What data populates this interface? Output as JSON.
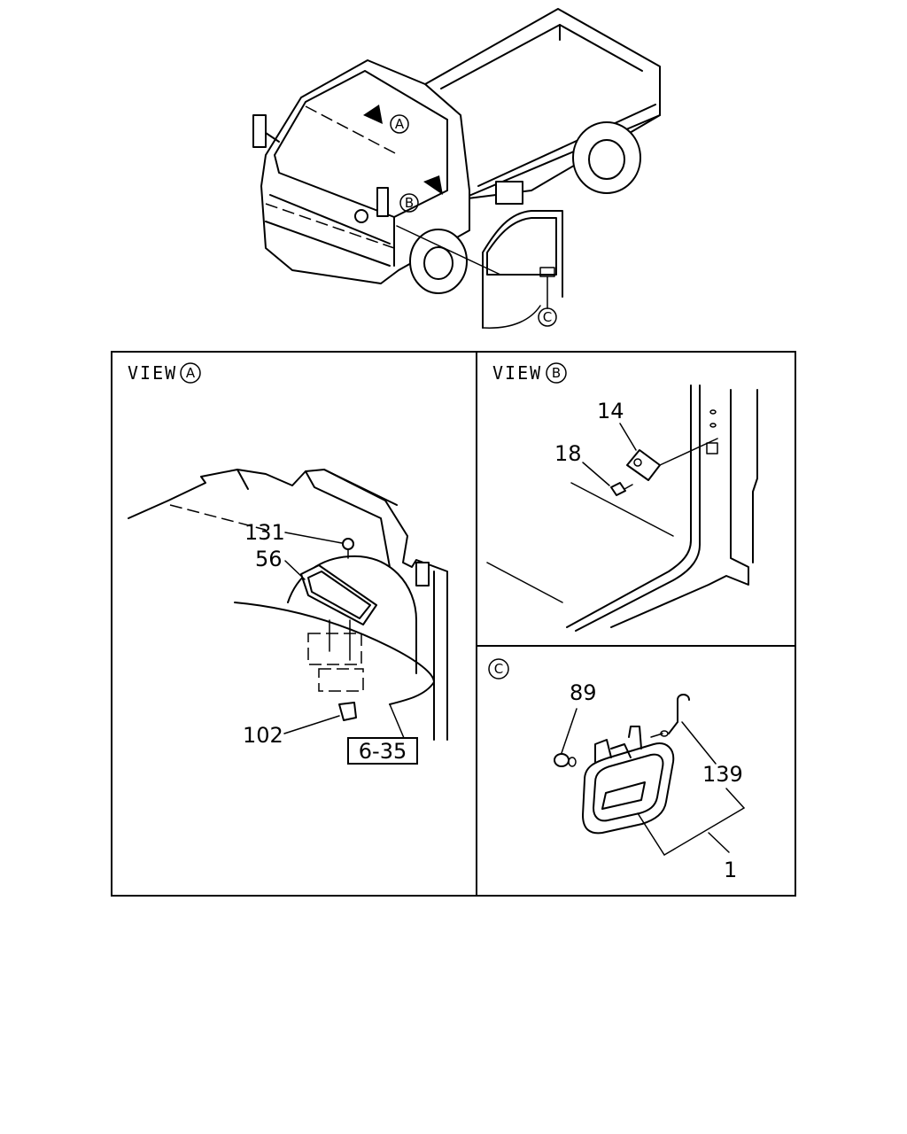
{
  "overview": {
    "marker_a": "A",
    "marker_b": "B",
    "marker_c": "C"
  },
  "panels": {
    "view_a": {
      "title": "VIEW",
      "marker": "A",
      "parts": [
        "131",
        "56",
        "102"
      ],
      "reference": "6-35"
    },
    "view_b": {
      "title": "VIEW",
      "marker": "B",
      "parts": [
        "14",
        "18"
      ]
    },
    "view_c": {
      "marker": "C",
      "parts": [
        "89",
        "139",
        "1"
      ]
    }
  }
}
